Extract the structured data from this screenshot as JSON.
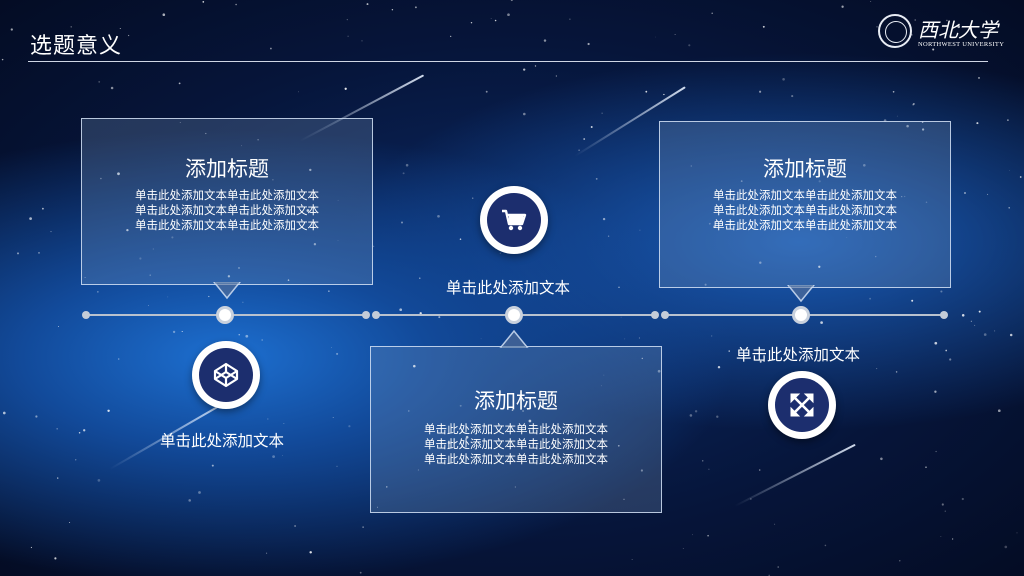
{
  "header": {
    "title": "选题意义"
  },
  "logo": {
    "name_cn": "西北大学",
    "name_en": "NORTHWEST UNIVERSITY"
  },
  "boxes": [
    {
      "title": "添加标题",
      "lines": [
        "单击此处添加文本单击此处添加文本",
        "单击此处添加文本单击此处添加文本",
        "单击此处添加文本单击此处添加文本"
      ]
    },
    {
      "title": "添加标题",
      "lines": [
        "单击此处添加文本单击此处添加文本",
        "单击此处添加文本单击此处添加文本",
        "单击此处添加文本单击此处添加文本"
      ]
    },
    {
      "title": "添加标题",
      "lines": [
        "单击此处添加文本单击此处添加文本",
        "单击此处添加文本单击此处添加文本",
        "单击此处添加文本单击此处添加文本"
      ]
    }
  ],
  "captions": [
    "单击此处添加文本",
    "单击此处添加文本",
    "单击此处添加文本"
  ],
  "icons": [
    "codepen-icon",
    "shopping-cart-icon",
    "expand-arrows-icon"
  ],
  "colors": {
    "icon_fill": "#1c2e6e",
    "accent": "#ffffff"
  }
}
